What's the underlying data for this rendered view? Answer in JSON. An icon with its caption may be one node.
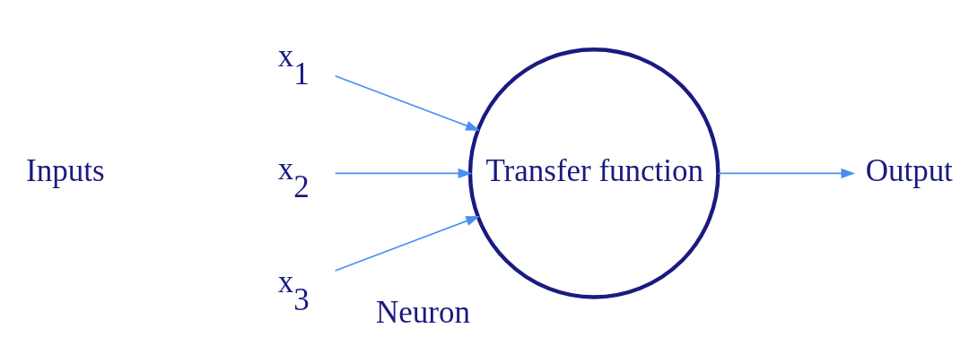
{
  "diagram": {
    "nodes": [
      {
        "text": [
          "x$_{1}$"
        ]
      },
      {
        "text": [
          "x$_{2}$"
        ]
      },
      {
        "text": [
          "x$_{3}$"
        ]
      },
      {
        "text": [
          "Transfer function"
        ],
        "beside": [
          "Neuron"
        ]
      },
      {
        "text": [
          "Output"
        ]
      }
    ],
    "edges": [
      {
        "from": 0,
        "to": 3,
        "arrow": "to"
      },
      {
        "from": 1,
        "to": 3,
        "arrow": "to"
      },
      {
        "from": 2,
        "to": 3,
        "arrow": "to"
      },
      {
        "from": 3,
        "to": 4,
        "arrow": "to"
      }
    ],
    "labels": [
      "Inputs"
    ]
  }
}
